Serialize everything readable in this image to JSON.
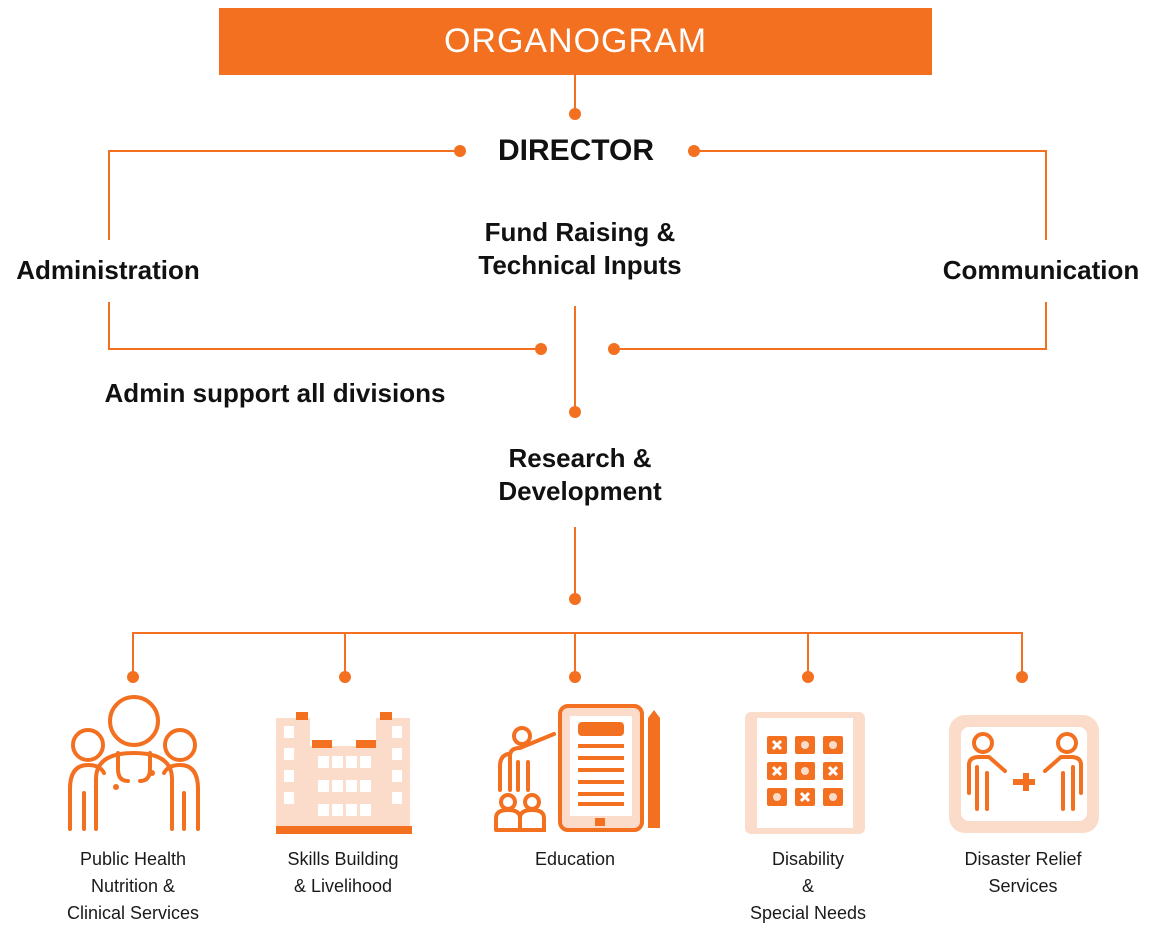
{
  "banner": {
    "title": "ORGANOGRAM"
  },
  "nodes": {
    "director": "DIRECTOR",
    "fund_raising": [
      "Fund Raising &",
      "Technical Inputs"
    ],
    "administration": "Administration",
    "communication": "Communication",
    "admin_support": "Admin support all divisions",
    "research": [
      "Research &",
      "Development"
    ]
  },
  "divisions": [
    {
      "icon": "people-health-icon",
      "label": [
        "Public Health",
        "Nutrition &",
        "Clinical Services"
      ]
    },
    {
      "icon": "building-icon",
      "label": [
        "Skills Building",
        "& Livelihood"
      ]
    },
    {
      "icon": "teacher-tablet-icon",
      "label": [
        "Education"
      ]
    },
    {
      "icon": "activity-board-icon",
      "label": [
        "Disability",
        "&",
        "Special Needs"
      ]
    },
    {
      "icon": "relief-handshake-icon",
      "label": [
        "Disaster Relief",
        "Services"
      ]
    }
  ],
  "colors": {
    "accent": "#f37021",
    "accent_light": "#fbdccb",
    "text": "#111111"
  }
}
